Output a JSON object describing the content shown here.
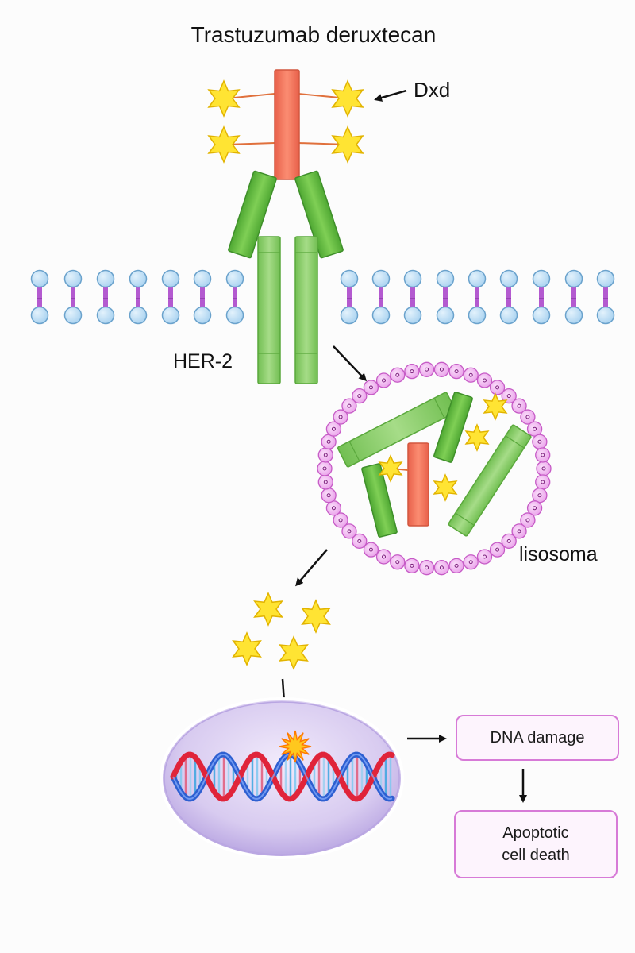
{
  "title": "Trastuzumab deruxtecan",
  "labels": {
    "dxd": "Dxd",
    "her2": "HER-2",
    "lysosome": "lisosoma"
  },
  "boxes": {
    "dna_damage": "DNA damage",
    "apoptosis_line1": "Apoptotic",
    "apoptosis_line2": "cell death"
  },
  "colors": {
    "antibody_green": "#6cc04a",
    "receptor_green": "#8fd16a",
    "payload_red": "#f47a5e",
    "star_yellow": "#ffe433",
    "membrane_blue": "#b9dcf4",
    "membrane_link": "#b45ad0",
    "lysosome_pink": "#f0a3f0",
    "nucleus_purple": "#dcd0f2",
    "box_border": "#d77ad7"
  }
}
